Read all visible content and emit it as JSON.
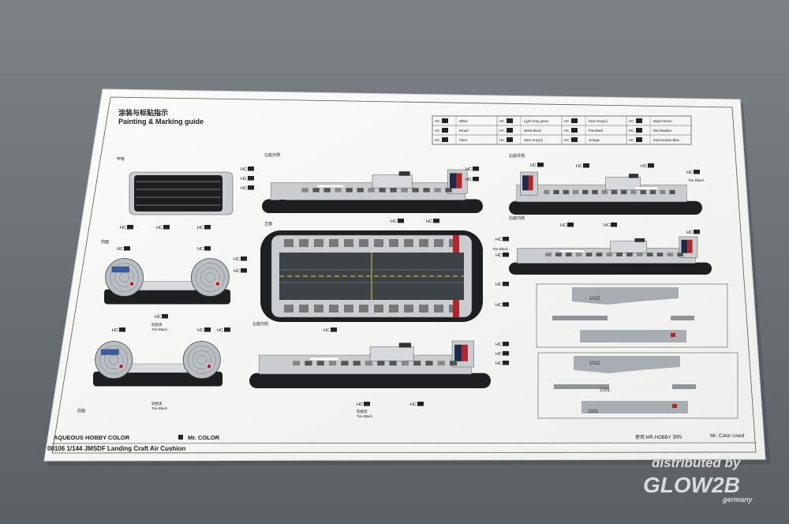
{
  "sheet": {
    "title_cn": "涂装与标贴指示",
    "title_en": "Painting & Marking guide",
    "sections": {
      "deck": "甲板",
      "side_left": "左舷外侧",
      "side_right": "右舷外侧",
      "side_right_inner": "右舷内侧",
      "top": "正面",
      "front": "前面",
      "rear": "后面",
      "side_bottom": "左舷内侧"
    },
    "tag_prefix": "HC",
    "tire_black_cn": "轮胎黑",
    "tire_black": "Tire Black"
  },
  "color_table": [
    [
      "White",
      "Light Gray green",
      "Dark Gray(1)",
      "Bright Green"
    ],
    [
      "Brown",
      "Metal Black",
      "Flat Black",
      "Red Madder"
    ],
    [
      "Silver",
      "Dark Gray(2)",
      "Orange",
      "Intermediate Blue"
    ]
  ],
  "decals": {
    "hull_number": "2101",
    "hull_number_alt": "1012"
  },
  "footer": {
    "aqueous": "AQUEOUS HOBBY COLOR",
    "mr_color": "Mr. COLOR",
    "product": "00106 1/144 JMSDF Landing Craft Air Cushion",
    "used_cn": "使用 MR.HOBBY 涂料",
    "used_en": "Mr. Color Used"
  },
  "watermark": {
    "line1": "distributed by",
    "brand": "GLOW2B",
    "country": "germany"
  },
  "colors": {
    "background": "#6e7377",
    "paper": "#f7f7f5",
    "hull_gray": "#c9cdd0",
    "deck_dark": "#3c4246",
    "skirt_black": "#1d1f21",
    "deck_line": "#e8d23a",
    "red_mark": "#b3242c",
    "navy": "#1f2a48"
  }
}
